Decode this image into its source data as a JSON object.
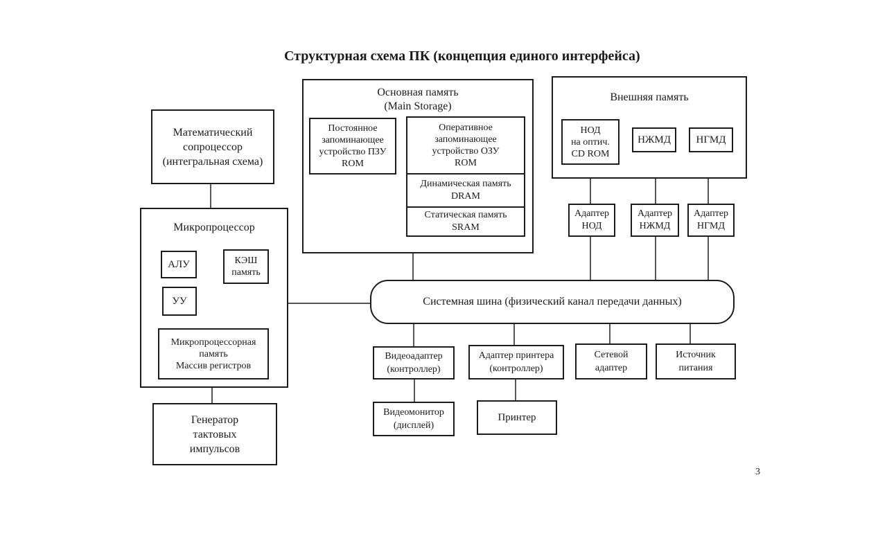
{
  "title": "Структурная схема ПК (концепция единого интерфейса)",
  "page_number": "3",
  "main_memory": {
    "title": "Основная память\n(Main Storage)",
    "rom": "Постоянное\nзапоминающее\nустройство ПЗУ\nROM",
    "ram": "Оперативное\nзапоминающее\nустройство ОЗУ\nROM",
    "dram": "Динамическая память\nDRAM",
    "sram": "Статическая память\nSRAM"
  },
  "external_memory": {
    "title": "Внешняя память",
    "cd": "НОД\nна оптич.\nCD ROM",
    "fdd": "НЖМД",
    "tape": "НГМД"
  },
  "adapters": {
    "cd": "Адаптер\nНОД",
    "fdd": "Адаптер\nНЖМД",
    "tape": "Адаптер\nНГМД"
  },
  "coprocessor": "Математический\nсопроцессор\n(интегральная схема)",
  "cpu": {
    "title": "Микропроцессор",
    "alu": "АЛУ",
    "cache": "КЭШ\nпамять",
    "cu": "УУ",
    "registers": "Микропроцессорная\nпамять\nМассив регистров"
  },
  "clock": "Генератор\nтактовых\nимпульсов",
  "bus": "Системная шина (физический канал передачи данных)",
  "video_adapter": "Видеоадаптер\n(контроллер)",
  "printer_adapter": "Адаптер принтера\n(контроллер)",
  "network_adapter": "Сетевой\nадаптер",
  "power": "Источник\nпитания",
  "monitor": "Видеомонитор\n(дисплей)",
  "printer": "Принтер"
}
